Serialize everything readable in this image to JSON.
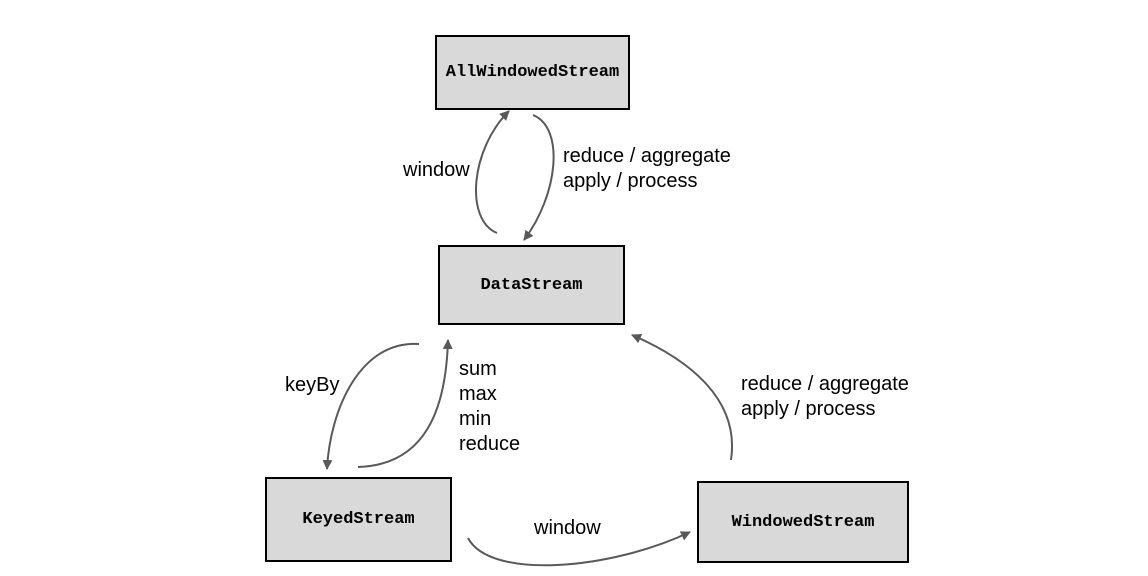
{
  "nodes": {
    "all_windowed": "AllWindowedStream",
    "data_stream": "DataStream",
    "keyed": "KeyedStream",
    "windowed": "WindowedStream"
  },
  "labels": {
    "window_top": "window",
    "top_reduce": [
      "reduce / aggregate",
      "apply / process"
    ],
    "keyby": "keyBy",
    "keyed_ops": [
      "sum",
      "max",
      "min",
      "reduce"
    ],
    "windowed_reduce": [
      "reduce / aggregate",
      "apply / process"
    ],
    "window_bottom": "window"
  },
  "colors": {
    "box_fill": "#d9d9d9",
    "box_border": "#000000",
    "arrow": "#595959"
  }
}
